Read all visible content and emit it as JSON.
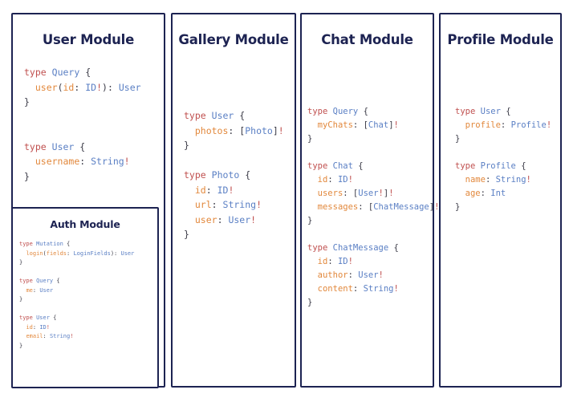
{
  "page": {
    "background": "#ffffff",
    "border_color": "#1d2352",
    "title_color": "#1d2352"
  },
  "syntax_colors": {
    "keyword": "#c0504f",
    "type": "#5a7fc4",
    "field": "#e2883c",
    "bang": "#c0504f",
    "punctuation": "#3a3a46"
  },
  "modules": [
    {
      "id": "user",
      "title": "User Module",
      "code": "type Query {\n  user(id: ID!): User\n}\n\n\ntype User {\n  username: String!\n}",
      "lines": [
        "type Query {",
        "  user(id: ID!): User",
        "}",
        "",
        "",
        "type User {",
        "  username: String!",
        "}"
      ]
    },
    {
      "id": "auth",
      "title": "Auth Module",
      "code": "type Mutation {\n  login(fields: LoginFields): User\n}\n\ntype Query {\n  me: User\n}\n\ntype User {\n  id: ID!\n  email: String!\n}",
      "lines": [
        "type Mutation {",
        "  login(fields: LoginFields): User",
        "}",
        "",
        "type Query {",
        "  me: User",
        "}",
        "",
        "type User {",
        "  id: ID!",
        "  email: String!",
        "}"
      ]
    },
    {
      "id": "gallery",
      "title": "Gallery Module",
      "code": "type User {\n  photos: [Photo]!\n}\n\ntype Photo {\n  id: ID!\n  url: String!\n  user: User!\n}",
      "lines": [
        "type User {",
        "  photos: [Photo]!",
        "}",
        "",
        "type Photo {",
        "  id: ID!",
        "  url: String!",
        "  user: User!",
        "}"
      ]
    },
    {
      "id": "chat",
      "title": "Chat Module",
      "code": "type Query {\n  myChats: [Chat]!\n}\n\ntype Chat {\n  id: ID!\n  users: [User!]!\n  messages: [ChatMessage]!\n}\n\ntype ChatMessage {\n  id: ID!\n  author: User!\n  content: String!\n}",
      "lines": [
        "type Query {",
        "  myChats: [Chat]!",
        "}",
        "",
        "type Chat {",
        "  id: ID!",
        "  users: [User!]!",
        "  messages: [ChatMessage]!",
        "}",
        "",
        "type ChatMessage {",
        "  id: ID!",
        "  author: User!",
        "  content: String!",
        "}"
      ]
    },
    {
      "id": "profile",
      "title": "Profile Module",
      "code": "type User {\n  profile: Profile!\n}\n\ntype Profile {\n  name: String!\n  age: Int\n}",
      "lines": [
        "type User {",
        "  profile: Profile!",
        "}",
        "",
        "type Profile {",
        "  name: String!",
        "  age: Int",
        "}"
      ]
    }
  ]
}
